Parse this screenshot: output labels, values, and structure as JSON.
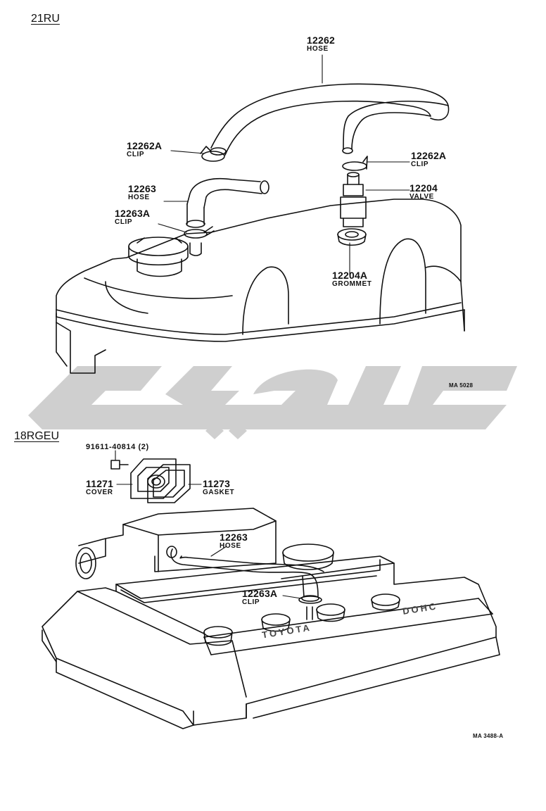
{
  "sections": {
    "top": "21RU",
    "bottom": "18RGEU"
  },
  "figure_codes": {
    "top": "MA  5028",
    "bottom": "MA 3488-A"
  },
  "parts": {
    "hose_top": {
      "number": "12262",
      "name": "HOSE"
    },
    "clip_left": {
      "number": "12262A",
      "name": "CLIP"
    },
    "clip_right": {
      "number": "12262A",
      "name": "CLIP"
    },
    "hose_small": {
      "number": "12263",
      "name": "HOSE"
    },
    "clip_small": {
      "number": "12263A",
      "name": "CLIP"
    },
    "valve": {
      "number": "12204",
      "name": "VALVE"
    },
    "grommet": {
      "number": "12204A",
      "name": "GROMMET"
    },
    "bolt": {
      "number": "91611-40814 (2)"
    },
    "cover": {
      "number": "11271",
      "name": "COVER"
    },
    "gasket": {
      "number": "11273",
      "name": "GASKET"
    },
    "hose_bottom": {
      "number": "12263",
      "name": "HOSE"
    },
    "clip_bottom": {
      "number": "12263A",
      "name": "CLIP"
    }
  },
  "engine_cover_lettering": {
    "brand": "TOYOTA",
    "model": "DOHC"
  }
}
